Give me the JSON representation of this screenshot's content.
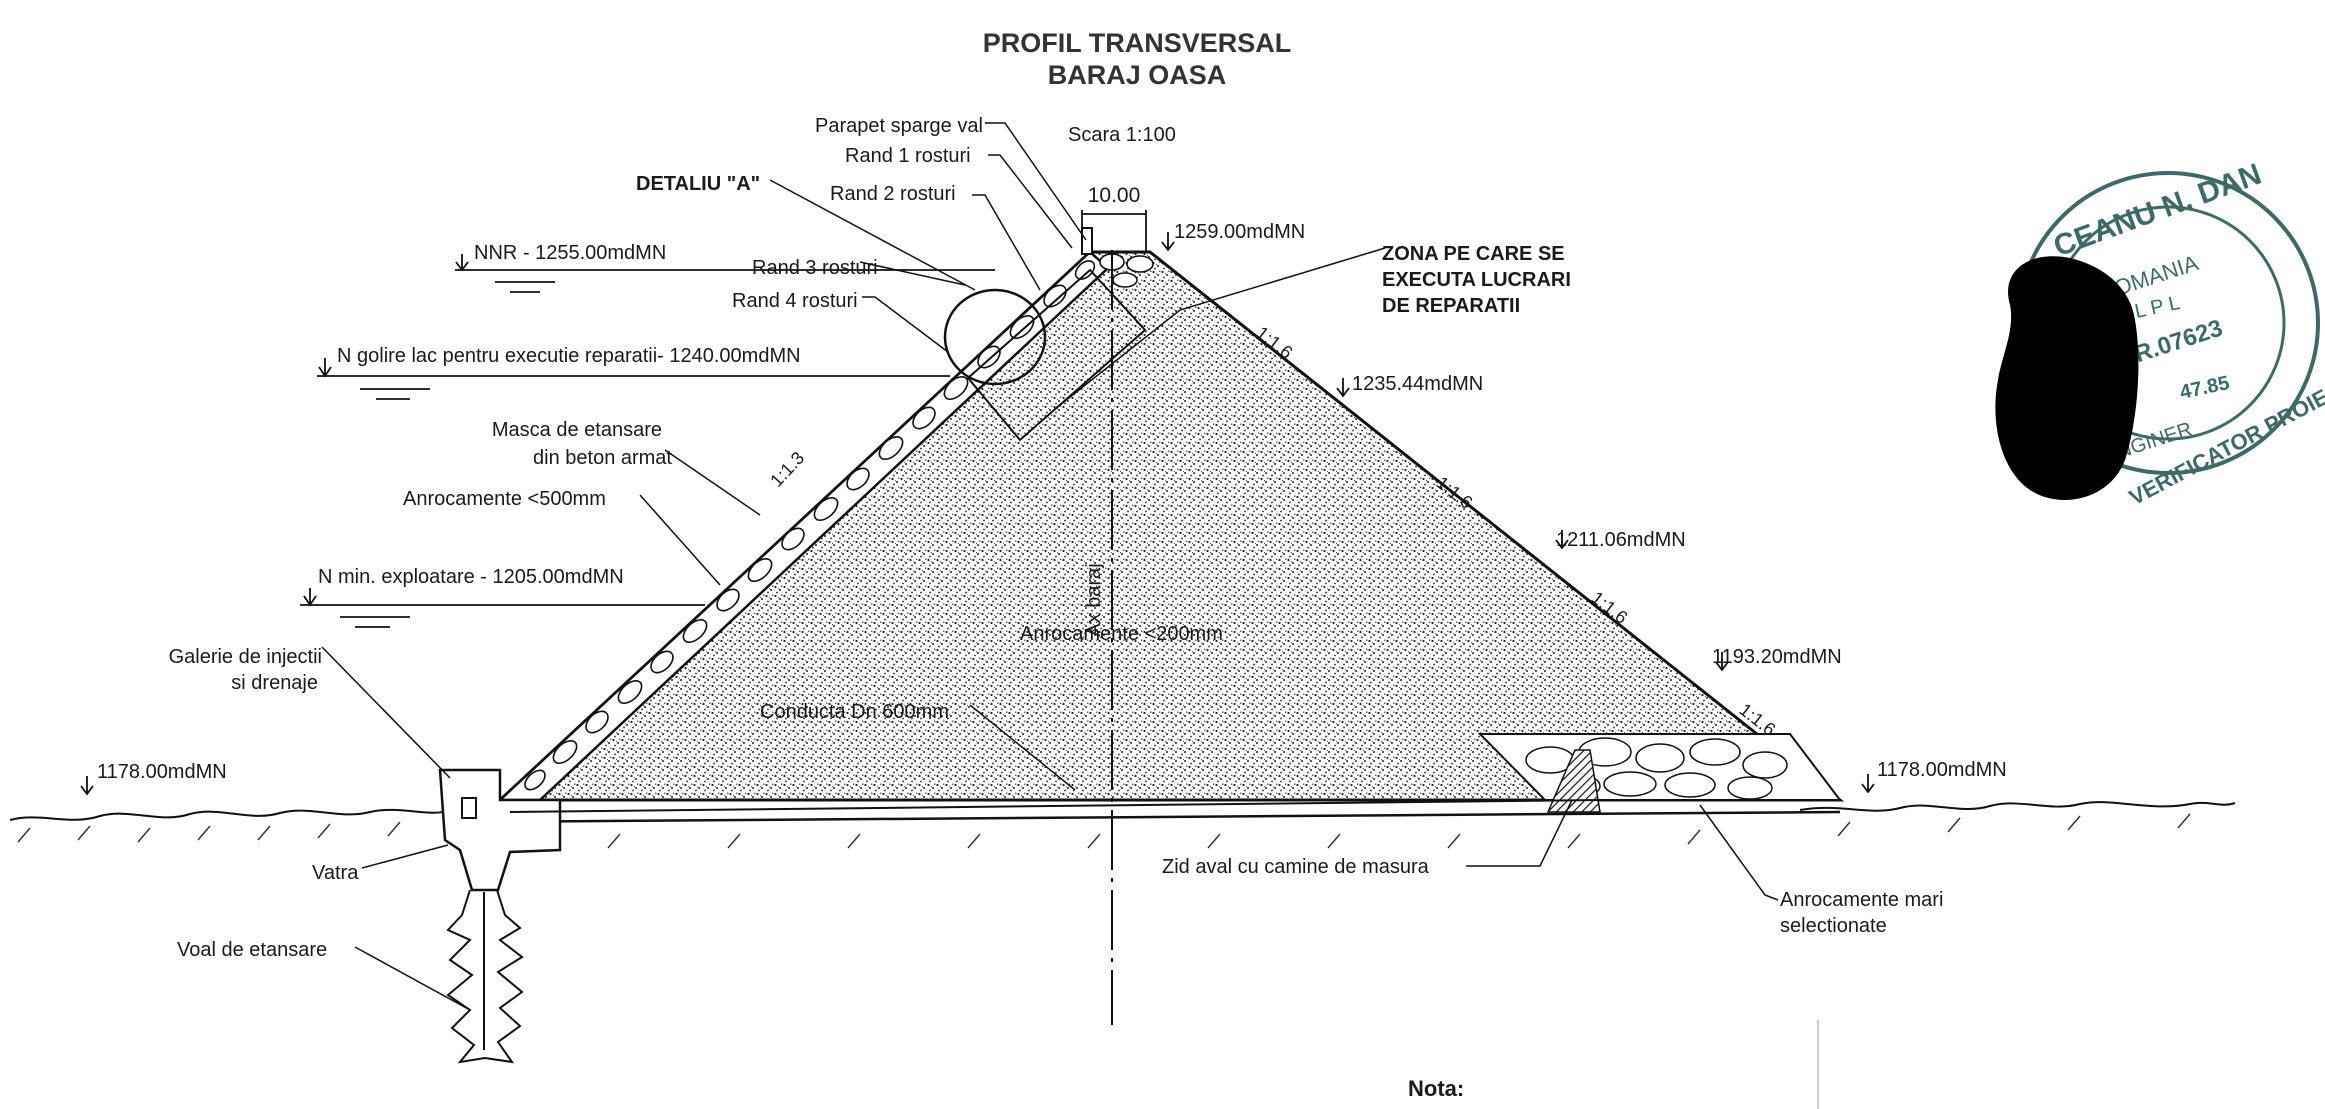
{
  "title": {
    "line1": "PROFIL TRANSVERSAL",
    "line2": "BARAJ OASA"
  },
  "scale": "Scara 1:100",
  "crest_width": "10.00",
  "detail": "DETALIU \"A\"",
  "crest_labels": {
    "parapet": "Parapet sparge val",
    "rand1": "Rand 1 rosturi",
    "rand2": "Rand 2 rosturi",
    "rand3": "Rand 3 rosturi",
    "rand4": "Rand 4 rosturi"
  },
  "repair_zone": {
    "line1": "ZONA PE CARE SE",
    "line2": "EXECUTA LUCRARI",
    "line3": "DE REPARATII"
  },
  "levels": {
    "crest": "1259.00mdMN",
    "nnr": "NNR - 1255.00mdMN",
    "golire": "N golire lac pentru executie reparatii- 1240.00mdMN",
    "berm1": "1235.44mdMN",
    "berm2": "1211.06mdMN",
    "nmin": "N min. exploatare - 1205.00mdMN",
    "berm3": "1193.20mdMN",
    "left_ground": "1178.00mdMN",
    "right_ground": "1178.00mdMN"
  },
  "slopes": {
    "upstream": "1:1.3",
    "downstream": "1:1.6"
  },
  "labels": {
    "masca_1": "Masca de etansare",
    "masca_2": "din beton armat",
    "anroc500": "Anrocamente <500mm",
    "anroc200": "Anrocamente <200mm",
    "ax_baraj": "Ax baraj",
    "conducta": "Conducta Dn 600mm",
    "galerie_1": "Galerie de injectii",
    "galerie_2": "si drenaje",
    "vatra": "Vatra",
    "voal": "Voal de etansare",
    "zid_aval": "Zid aval cu camine de masura",
    "anroc_mari_1": "Anrocamente mari",
    "anroc_mari_2": "selectionate"
  },
  "stamp": {
    "name": "CEANU N. DAN",
    "country": "ROMANIA",
    "org": "D L P L",
    "reg": "R.07623",
    "code": "47.85",
    "inginer": "INGINER",
    "role": "VERIFICATOR PROIECTE"
  },
  "nota": "Nota:"
}
